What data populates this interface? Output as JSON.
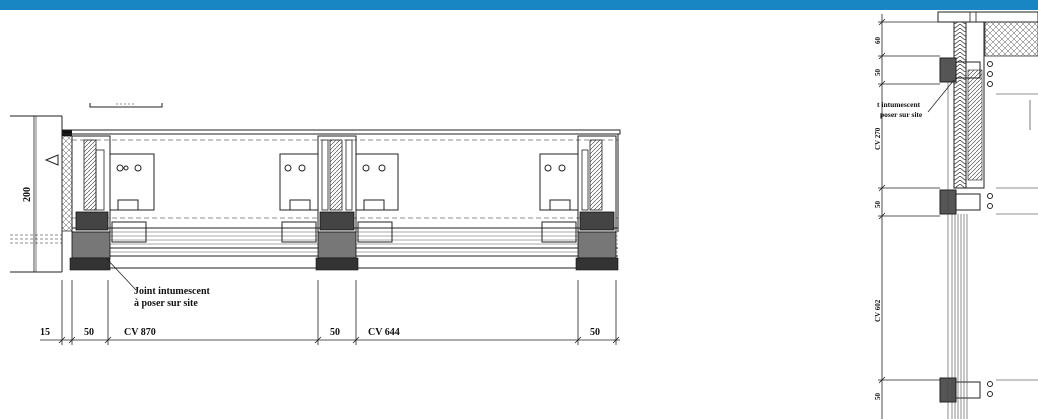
{
  "header": {
    "band_color": "#1786c3"
  },
  "plan_view": {
    "dim_height": "200",
    "annotation_line1": "Joint intumescent",
    "annotation_line2": "à poser sur site",
    "dims": [
      "15",
      "50",
      "CV 870",
      "50",
      "CV 644",
      "50"
    ]
  },
  "section_view": {
    "annotation_line1": "t intumescent",
    "annotation_line2": "poser sur site",
    "dims": [
      "60",
      "50",
      "CV 270",
      "50",
      "CV 602",
      "50"
    ]
  }
}
